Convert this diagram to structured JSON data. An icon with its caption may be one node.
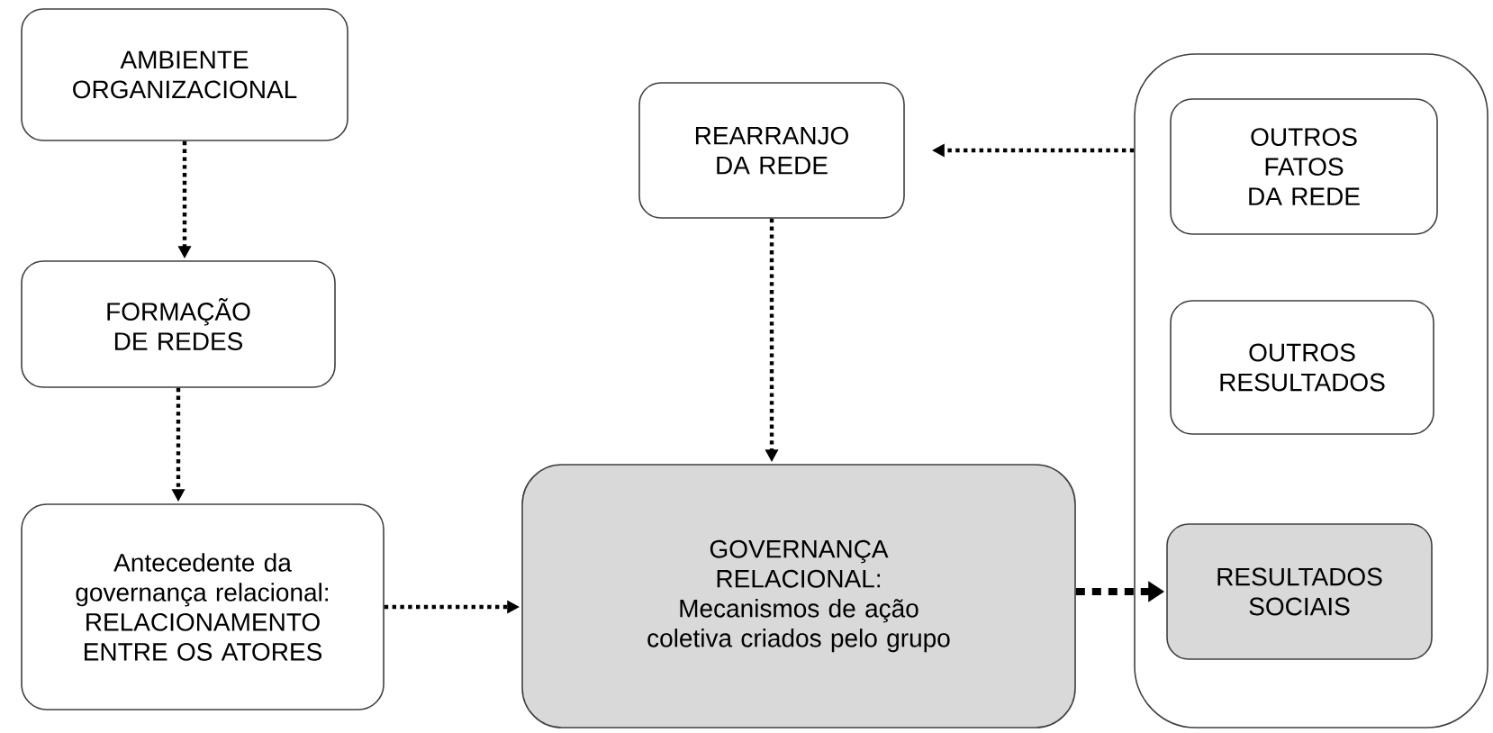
{
  "diagram": {
    "nodes": [
      {
        "text": [
          "AMBIENTE ORGANIZACIONAL"
        ]
      },
      {
        "text": [
          "FORMAÇÃO DE REDES"
        ]
      },
      {
        "text": [
          "Antecedente da governança relacional:",
          "RELACIONAMENTO ENTRE OS ATORES"
        ]
      },
      {
        "text": [
          "REARRANJO DA REDE"
        ]
      },
      {
        "text": [
          "GOVERNANÇA RELACIONAL:",
          "Mecanismos de ação coletiva criados pelo grupo"
        ]
      },
      {
        "text": [],
        "shape": "box"
      },
      {
        "text": [
          "OUTROS FATOS DA REDE"
        ],
        "in": 5
      },
      {
        "text": [
          "OUTROS RESULTADOS"
        ],
        "in": 5
      },
      {
        "text": [
          "RESULTADOS SOCIAIS"
        ],
        "in": 5
      }
    ],
    "edges": [
      {
        "from": 0,
        "to": 1,
        "arrow": "to"
      },
      {
        "from": 1,
        "to": 2,
        "arrow": "to"
      },
      {
        "from": 2,
        "to": 4,
        "arrow": "to"
      },
      {
        "from": 3,
        "to": 4,
        "arrow": "to"
      },
      {
        "from": 5,
        "to": 3,
        "arrow": "to"
      },
      {
        "from": 4,
        "to": 8,
        "arrow": "to",
        "style": "dashed"
      }
    ]
  }
}
